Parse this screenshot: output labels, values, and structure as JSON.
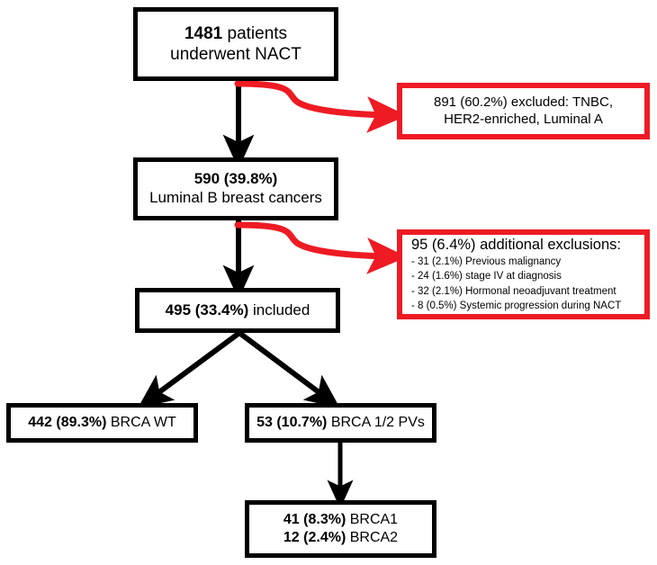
{
  "diagram": {
    "title": "CONSORT-style patient selection flowchart",
    "colors": {
      "box_border_primary": "#000000",
      "box_border_exclusion": "#ee1b24",
      "arrow_primary": "#000000",
      "arrow_exclusion": "#ee1b24",
      "background": "#ffffff",
      "text": "#000000"
    },
    "nodes": {
      "top": {
        "line1_bold": "1481",
        "line1_rest": " patients",
        "line2": "underwent NACT"
      },
      "luminal_b": {
        "line1_bold": "590 (39.8%)",
        "line2": "Luminal B breast cancers"
      },
      "included": {
        "bold": "495 (33.4%)",
        "rest": " included"
      },
      "brca_wt": {
        "bold": "442 (89.3%)",
        "rest": " BRCA WT"
      },
      "brca_pv": {
        "bold": "53 (10.7%)",
        "rest": " BRCA 1/2 PVs"
      },
      "brca_types": {
        "line1_bold": "41 (8.3%)",
        "line1_rest": " BRCA1",
        "line2_bold": "12 (2.4%)",
        "line2_rest": " BRCA2"
      },
      "exclusion_1": {
        "line1": "891 (60.2%) excluded: TNBC,",
        "line2": "HER2-enriched, Luminal A"
      },
      "exclusion_2": {
        "header": "95 (6.4%) additional exclusions:",
        "items": [
          "- 31 (2.1%) Previous malignancy",
          "- 24 (1.6%) stage IV at diagnosis",
          "- 32 (2.1%) Hormonal neoadjuvant treatment",
          "- 8 (0.5%) Systemic progression during NACT"
        ]
      }
    }
  },
  "chart_data": {
    "type": "diagram",
    "title": "Patient selection flowchart (NACT / Luminal B / BRCA status)",
    "flow": [
      {
        "id": "top",
        "label": "1481 patients underwent NACT",
        "n": 1481,
        "percent": null
      },
      {
        "id": "exclusion_1",
        "label": "891 (60.2%) excluded: TNBC, HER2-enriched, Luminal A",
        "n": 891,
        "percent": 60.2
      },
      {
        "id": "luminal_b",
        "label": "590 (39.8%) Luminal B breast cancers",
        "n": 590,
        "percent": 39.8
      },
      {
        "id": "exclusion_2",
        "label": "95 (6.4%) additional exclusions",
        "n": 95,
        "percent": 6.4
      },
      {
        "id": "included",
        "label": "495 (33.4%) included",
        "n": 495,
        "percent": 33.4
      },
      {
        "id": "brca_wt",
        "label": "442 (89.3%) BRCA WT",
        "n": 442,
        "percent": 89.3
      },
      {
        "id": "brca_pv",
        "label": "53 (10.7%) BRCA 1/2 PVs",
        "n": 53,
        "percent": 10.7
      },
      {
        "id": "brca1",
        "label": "41 (8.3%) BRCA1",
        "n": 41,
        "percent": 8.3
      },
      {
        "id": "brca2",
        "label": "12 (2.4%) BRCA2",
        "n": 12,
        "percent": 2.4
      }
    ],
    "exclusion_2_breakdown": [
      {
        "label": "Previous malignancy",
        "n": 31,
        "percent": 2.1
      },
      {
        "label": "stage IV at diagnosis",
        "n": 24,
        "percent": 1.6
      },
      {
        "label": "Hormonal neoadjuvant treatment",
        "n": 32,
        "percent": 2.1
      },
      {
        "label": "Systemic progression during NACT",
        "n": 8,
        "percent": 0.5
      }
    ],
    "edges": [
      {
        "from": "top",
        "to": "luminal_b",
        "style": "straight-black"
      },
      {
        "from": "top",
        "to": "exclusion_1",
        "style": "curved-red"
      },
      {
        "from": "luminal_b",
        "to": "included",
        "style": "straight-black"
      },
      {
        "from": "luminal_b",
        "to": "exclusion_2",
        "style": "curved-red"
      },
      {
        "from": "included",
        "to": "brca_wt",
        "style": "diagonal-black"
      },
      {
        "from": "included",
        "to": "brca_pv",
        "style": "diagonal-black"
      },
      {
        "from": "brca_pv",
        "to": "brca_types",
        "style": "straight-black"
      }
    ]
  }
}
